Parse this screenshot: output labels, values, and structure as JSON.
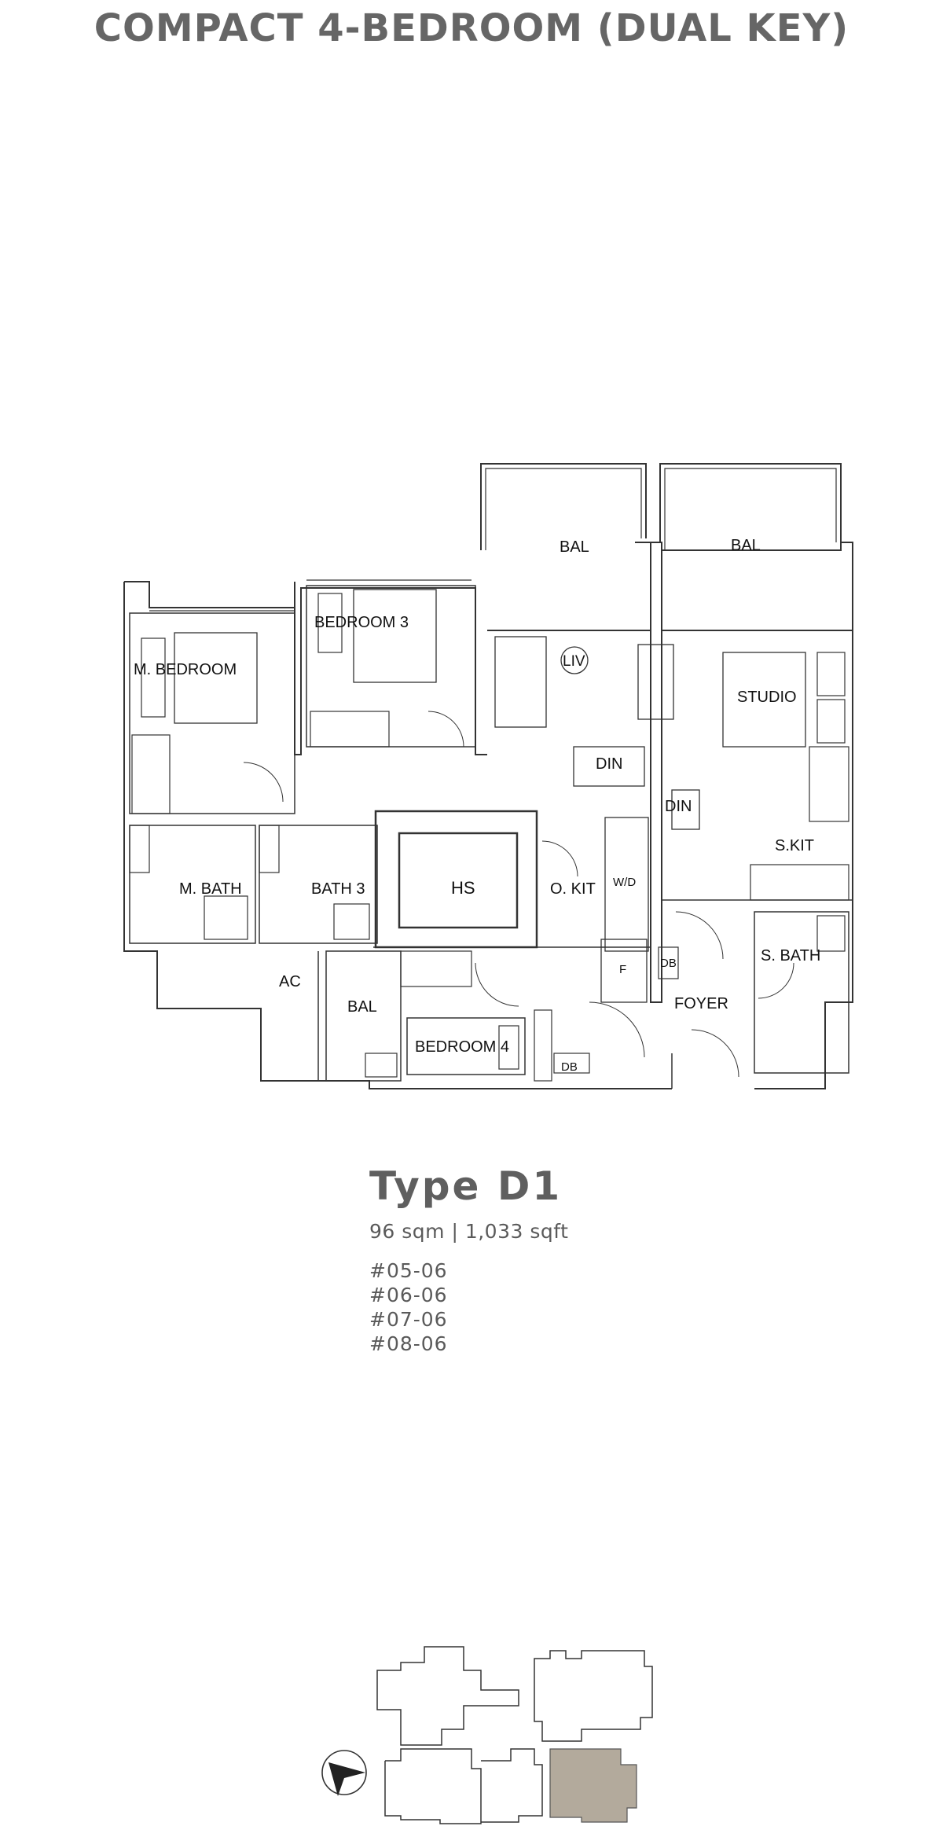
{
  "title": "COMPACT 4-BEDROOM (DUAL KEY)",
  "rooms": {
    "bal_left": "BAL",
    "bal_right": "BAL",
    "bedroom3": "BEDROOM 3",
    "m_bedroom": "M. BEDROOM",
    "liv": "LIV",
    "din_main": "DIN",
    "din_studio": "DIN",
    "studio": "STUDIO",
    "s_kit": "S.KIT",
    "m_bath": "M. BATH",
    "bath3": "BATH 3",
    "hs": "HS",
    "o_kit": "O. KIT",
    "wd": "W/D",
    "f": "F",
    "db_kitchen": "DB",
    "db_bottom": "DB",
    "s_bath": "S. BATH",
    "foyer": "FOYER",
    "ac": "AC",
    "bal_small": "BAL",
    "bedroom4": "BEDROOM 4"
  },
  "unit": {
    "type": "Type D1",
    "area": "96 sqm  |  1,033 sqft",
    "unit_numbers": [
      "#05-06",
      "#06-06",
      "#07-06",
      "#08-06"
    ]
  },
  "keyplan": {
    "highlight_color": "#b3aa9c"
  }
}
